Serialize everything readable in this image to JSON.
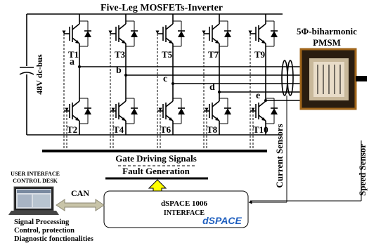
{
  "title": "Five-Leg MOSFETs-Inverter",
  "dc_bus_label": "48V dc-bus",
  "transistors_top": [
    "T1",
    "T3",
    "T5",
    "T7",
    "T9"
  ],
  "transistors_bottom": [
    "T2",
    "T4",
    "T6",
    "T8",
    "T10"
  ],
  "phases": [
    "a",
    "b",
    "c",
    "d",
    "e"
  ],
  "motor": {
    "line1": "5Φ-biharmonic",
    "line2": "PMSM"
  },
  "current_sensors_label": "Current Sensors",
  "speed_sensor_label": "Speed Sensor",
  "gate_driving_label": "Gate Driving Signals",
  "fault_label": "Fault Generation",
  "dspace_box": {
    "line1": "dSPACE 1006",
    "line2": "INTERFACE",
    "logo": "dSPACE"
  },
  "can_label": "CAN",
  "ui_label": {
    "line1": "USER INTERFACE",
    "line2": "CONTROL DESK"
  },
  "functions": {
    "line1": "Signal Processing",
    "line2": "Control, protection",
    "line3": "Diagnostic fonctionalities"
  },
  "colors": {
    "arrow_yellow": "#ffff00",
    "logo_blue": "#1f5fbf",
    "logo_red": "#e0201a",
    "can_arrow": "#c8c4a8",
    "motor_frame": "#a0651a"
  }
}
